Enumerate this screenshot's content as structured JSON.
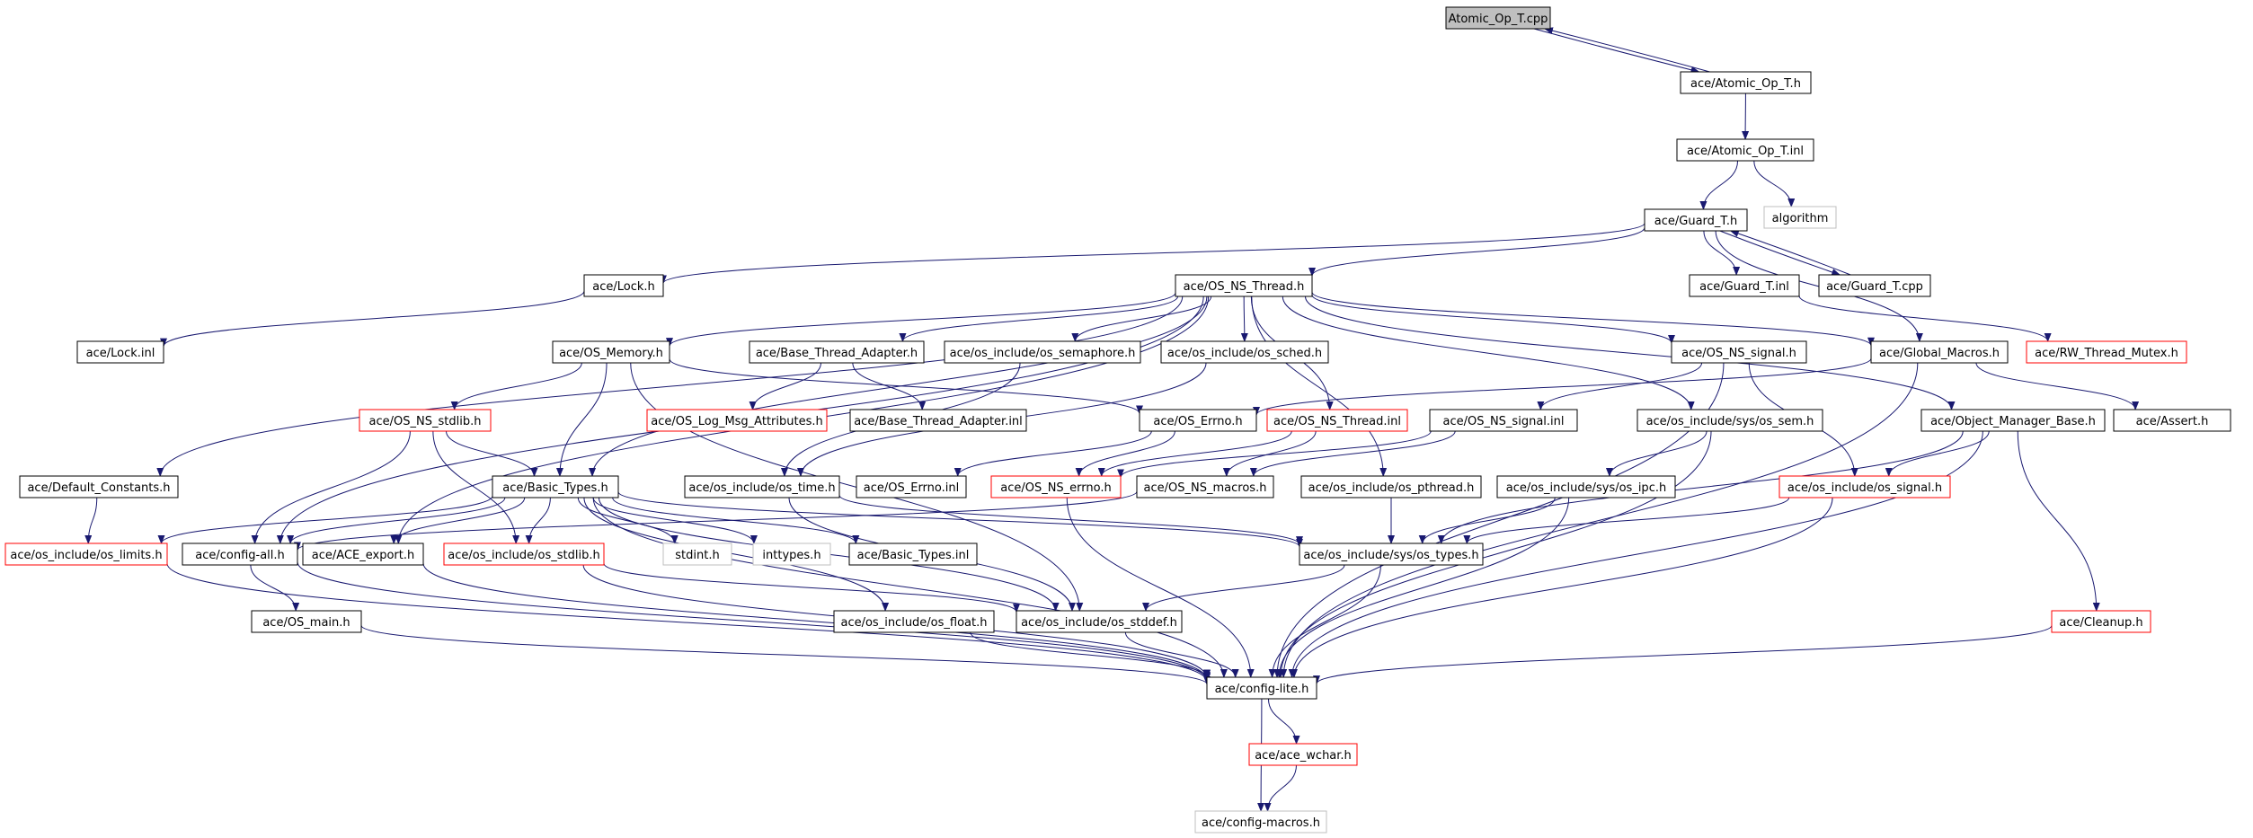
{
  "graph": {
    "colors": {
      "edge": "#191970",
      "border_normal": "#000000",
      "border_truncated": "#ff0000",
      "border_external": "#bfbfbf",
      "fill_root": "#bfbfbf",
      "fill_normal": "#ffffff"
    },
    "nodes": [
      {
        "id": "n_root",
        "label": "Atomic_Op_T.cpp",
        "kind": "root"
      },
      {
        "id": "n_atomic_h",
        "label": "ace/Atomic_Op_T.h",
        "kind": "normal"
      },
      {
        "id": "n_atomic_inl",
        "label": "ace/Atomic_Op_T.inl",
        "kind": "normal"
      },
      {
        "id": "n_algorithm",
        "label": "algorithm",
        "kind": "external"
      },
      {
        "id": "n_guard_h",
        "label": "ace/Guard_T.h",
        "kind": "normal"
      },
      {
        "id": "n_lock_h",
        "label": "ace/Lock.h",
        "kind": "normal"
      },
      {
        "id": "n_osnsthread_h",
        "label": "ace/OS_NS_Thread.h",
        "kind": "normal"
      },
      {
        "id": "n_guard_inl",
        "label": "ace/Guard_T.inl",
        "kind": "normal"
      },
      {
        "id": "n_guard_cpp",
        "label": "ace/Guard_T.cpp",
        "kind": "normal"
      },
      {
        "id": "n_lock_inl",
        "label": "ace/Lock.inl",
        "kind": "normal"
      },
      {
        "id": "n_osmemory_h",
        "label": "ace/OS_Memory.h",
        "kind": "normal"
      },
      {
        "id": "n_btadapter_h",
        "label": "ace/Base_Thread_Adapter.h",
        "kind": "normal"
      },
      {
        "id": "n_ossemaphore_h",
        "label": "ace/os_include/os_semaphore.h",
        "kind": "normal"
      },
      {
        "id": "n_ossched_h",
        "label": "ace/os_include/os_sched.h",
        "kind": "normal"
      },
      {
        "id": "n_osnssignal_h",
        "label": "ace/OS_NS_signal.h",
        "kind": "normal"
      },
      {
        "id": "n_globalmacros_h",
        "label": "ace/Global_Macros.h",
        "kind": "normal"
      },
      {
        "id": "n_rwthreadmutex_h",
        "label": "ace/RW_Thread_Mutex.h",
        "kind": "truncated"
      },
      {
        "id": "n_osnsstdlib_h",
        "label": "ace/OS_NS_stdlib.h",
        "kind": "truncated"
      },
      {
        "id": "n_oslogmsg_h",
        "label": "ace/OS_Log_Msg_Attributes.h",
        "kind": "truncated"
      },
      {
        "id": "n_btadapter_inl",
        "label": "ace/Base_Thread_Adapter.inl",
        "kind": "normal"
      },
      {
        "id": "n_oserrno_h",
        "label": "ace/OS_Errno.h",
        "kind": "normal"
      },
      {
        "id": "n_osnsthread_inl",
        "label": "ace/OS_NS_Thread.inl",
        "kind": "truncated"
      },
      {
        "id": "n_osnssignal_inl",
        "label": "ace/OS_NS_signal.inl",
        "kind": "normal"
      },
      {
        "id": "n_ossem_h",
        "label": "ace/os_include/sys/os_sem.h",
        "kind": "normal"
      },
      {
        "id": "n_objmgrbase_h",
        "label": "ace/Object_Manager_Base.h",
        "kind": "normal"
      },
      {
        "id": "n_assert_h",
        "label": "ace/Assert.h",
        "kind": "normal"
      },
      {
        "id": "n_defconst_h",
        "label": "ace/Default_Constants.h",
        "kind": "normal"
      },
      {
        "id": "n_basictypes_h",
        "label": "ace/Basic_Types.h",
        "kind": "normal"
      },
      {
        "id": "n_ostime_h",
        "label": "ace/os_include/os_time.h",
        "kind": "normal"
      },
      {
        "id": "n_oserrno_inl",
        "label": "ace/OS_Errno.inl",
        "kind": "normal"
      },
      {
        "id": "n_osnserrno_h",
        "label": "ace/OS_NS_errno.h",
        "kind": "truncated"
      },
      {
        "id": "n_osnsmacros_h",
        "label": "ace/OS_NS_macros.h",
        "kind": "normal"
      },
      {
        "id": "n_ospthread_h",
        "label": "ace/os_include/os_pthread.h",
        "kind": "normal"
      },
      {
        "id": "n_osipc_h",
        "label": "ace/os_include/sys/os_ipc.h",
        "kind": "normal"
      },
      {
        "id": "n_ossignal_h",
        "label": "ace/os_include/os_signal.h",
        "kind": "truncated"
      },
      {
        "id": "n_oslimits_h",
        "label": "ace/os_include/os_limits.h",
        "kind": "truncated"
      },
      {
        "id": "n_configall_h",
        "label": "ace/config-all.h",
        "kind": "normal"
      },
      {
        "id": "n_aceexport_h",
        "label": "ace/ACE_export.h",
        "kind": "normal"
      },
      {
        "id": "n_osstdlib_h",
        "label": "ace/os_include/os_stdlib.h",
        "kind": "truncated"
      },
      {
        "id": "n_stdint_h",
        "label": "stdint.h",
        "kind": "external"
      },
      {
        "id": "n_inttypes_h",
        "label": "inttypes.h",
        "kind": "external"
      },
      {
        "id": "n_basictypes_inl",
        "label": "ace/Basic_Types.inl",
        "kind": "normal"
      },
      {
        "id": "n_ostypes_h",
        "label": "ace/os_include/sys/os_types.h",
        "kind": "normal"
      },
      {
        "id": "n_osmain_h",
        "label": "ace/OS_main.h",
        "kind": "normal"
      },
      {
        "id": "n_osfloat_h",
        "label": "ace/os_include/os_float.h",
        "kind": "normal"
      },
      {
        "id": "n_osstddef_h",
        "label": "ace/os_include/os_stddef.h",
        "kind": "normal"
      },
      {
        "id": "n_cleanup_h",
        "label": "ace/Cleanup.h",
        "kind": "truncated"
      },
      {
        "id": "n_configlite_h",
        "label": "ace/config-lite.h",
        "kind": "normal"
      },
      {
        "id": "n_acewchar_h",
        "label": "ace/ace_wchar.h",
        "kind": "truncated"
      },
      {
        "id": "n_configmacros_h",
        "label": "ace/config-macros.h",
        "kind": "external"
      }
    ],
    "edges": [
      [
        "n_root",
        "n_atomic_h"
      ],
      [
        "n_atomic_h",
        "n_root"
      ],
      [
        "n_atomic_h",
        "n_atomic_inl"
      ],
      [
        "n_atomic_inl",
        "n_guard_h"
      ],
      [
        "n_atomic_inl",
        "n_algorithm"
      ],
      [
        "n_guard_h",
        "n_lock_h"
      ],
      [
        "n_guard_h",
        "n_osnsthread_h"
      ],
      [
        "n_guard_h",
        "n_guard_inl"
      ],
      [
        "n_guard_h",
        "n_guard_cpp"
      ],
      [
        "n_guard_cpp",
        "n_guard_h"
      ],
      [
        "n_guard_h",
        "n_globalmacros_h"
      ],
      [
        "n_guard_inl",
        "n_rwthreadmutex_h"
      ],
      [
        "n_lock_h",
        "n_lock_inl"
      ],
      [
        "n_osnsthread_h",
        "n_defconst_h"
      ],
      [
        "n_osnsthread_h",
        "n_configall_h"
      ],
      [
        "n_osnsthread_h",
        "n_aceexport_h"
      ],
      [
        "n_osnsthread_h",
        "n_basictypes_h"
      ],
      [
        "n_osnsthread_h",
        "n_osmemory_h"
      ],
      [
        "n_osnsthread_h",
        "n_btadapter_h"
      ],
      [
        "n_osnsthread_h",
        "n_ossemaphore_h"
      ],
      [
        "n_osnsthread_h",
        "n_ossched_h"
      ],
      [
        "n_osnsthread_h",
        "n_osnsthread_inl"
      ],
      [
        "n_osnsthread_h",
        "n_osnssignal_h"
      ],
      [
        "n_osnsthread_h",
        "n_globalmacros_h"
      ],
      [
        "n_osnsthread_h",
        "n_ossem_h"
      ],
      [
        "n_osnsthread_h",
        "n_objmgrbase_h"
      ],
      [
        "n_osnsthread_h",
        "n_ospthread_h"
      ],
      [
        "n_osmemory_h",
        "n_osnsstdlib_h"
      ],
      [
        "n_osmemory_h",
        "n_basictypes_h"
      ],
      [
        "n_osmemory_h",
        "n_oserrno_h"
      ],
      [
        "n_osmemory_h",
        "n_osstddef_h"
      ],
      [
        "n_btadapter_h",
        "n_oslogmsg_h"
      ],
      [
        "n_btadapter_h",
        "n_btadapter_inl"
      ],
      [
        "n_ossemaphore_h",
        "n_ostime_h"
      ],
      [
        "n_ossched_h",
        "n_ostime_h"
      ],
      [
        "n_osnssignal_h",
        "n_osnssignal_inl"
      ],
      [
        "n_osnssignal_h",
        "n_ossignal_h"
      ],
      [
        "n_osnssignal_h",
        "n_configlite_h"
      ],
      [
        "n_globalmacros_h",
        "n_oserrno_h"
      ],
      [
        "n_globalmacros_h",
        "n_assert_h"
      ],
      [
        "n_globalmacros_h",
        "n_configlite_h"
      ],
      [
        "n_osnsstdlib_h",
        "n_basictypes_h"
      ],
      [
        "n_osnsstdlib_h",
        "n_configall_h"
      ],
      [
        "n_osnsstdlib_h",
        "n_osstdlib_h"
      ],
      [
        "n_oserrno_h",
        "n_oserrno_inl"
      ],
      [
        "n_oserrno_h",
        "n_osnserrno_h"
      ],
      [
        "n_osnsthread_inl",
        "n_osnserrno_h"
      ],
      [
        "n_osnsthread_inl",
        "n_osnsmacros_h"
      ],
      [
        "n_osnssignal_inl",
        "n_osnserrno_h"
      ],
      [
        "n_osnssignal_inl",
        "n_osnsmacros_h"
      ],
      [
        "n_ossem_h",
        "n_osipc_h"
      ],
      [
        "n_ossem_h",
        "n_configlite_h"
      ],
      [
        "n_objmgrbase_h",
        "n_ossignal_h"
      ],
      [
        "n_objmgrbase_h",
        "n_ostypes_h"
      ],
      [
        "n_objmgrbase_h",
        "n_cleanup_h"
      ],
      [
        "n_objmgrbase_h",
        "n_configlite_h"
      ],
      [
        "n_defconst_h",
        "n_oslimits_h"
      ],
      [
        "n_basictypes_h",
        "n_oslimits_h"
      ],
      [
        "n_basictypes_h",
        "n_configall_h"
      ],
      [
        "n_basictypes_h",
        "n_aceexport_h"
      ],
      [
        "n_basictypes_h",
        "n_osstdlib_h"
      ],
      [
        "n_basictypes_h",
        "n_stdint_h"
      ],
      [
        "n_basictypes_h",
        "n_inttypes_h"
      ],
      [
        "n_basictypes_h",
        "n_basictypes_inl"
      ],
      [
        "n_basictypes_h",
        "n_ostypes_h"
      ],
      [
        "n_basictypes_h",
        "n_osfloat_h"
      ],
      [
        "n_basictypes_h",
        "n_osstddef_h"
      ],
      [
        "n_basictypes_h",
        "n_configlite_h"
      ],
      [
        "n_ostime_h",
        "n_ostypes_h"
      ],
      [
        "n_ostime_h",
        "n_osstddef_h"
      ],
      [
        "n_osnserrno_h",
        "n_configlite_h"
      ],
      [
        "n_osnsmacros_h",
        "n_configall_h"
      ],
      [
        "n_ospthread_h",
        "n_ostypes_h"
      ],
      [
        "n_osipc_h",
        "n_ostypes_h"
      ],
      [
        "n_osipc_h",
        "n_configlite_h"
      ],
      [
        "n_ossignal_h",
        "n_ostypes_h"
      ],
      [
        "n_ossignal_h",
        "n_configlite_h"
      ],
      [
        "n_oslimits_h",
        "n_configlite_h"
      ],
      [
        "n_configall_h",
        "n_osmain_h"
      ],
      [
        "n_configall_h",
        "n_configlite_h"
      ],
      [
        "n_aceexport_h",
        "n_configlite_h"
      ],
      [
        "n_osstdlib_h",
        "n_osstddef_h"
      ],
      [
        "n_osstdlib_h",
        "n_configlite_h"
      ],
      [
        "n_ostypes_h",
        "n_osstddef_h"
      ],
      [
        "n_ostypes_h",
        "n_configlite_h"
      ],
      [
        "n_osmain_h",
        "n_configlite_h"
      ],
      [
        "n_osfloat_h",
        "n_configlite_h"
      ],
      [
        "n_osstddef_h",
        "n_configlite_h"
      ],
      [
        "n_cleanup_h",
        "n_configlite_h"
      ],
      [
        "n_configlite_h",
        "n_acewchar_h"
      ],
      [
        "n_configlite_h",
        "n_configmacros_h"
      ],
      [
        "n_acewchar_h",
        "n_configmacros_h"
      ]
    ]
  }
}
